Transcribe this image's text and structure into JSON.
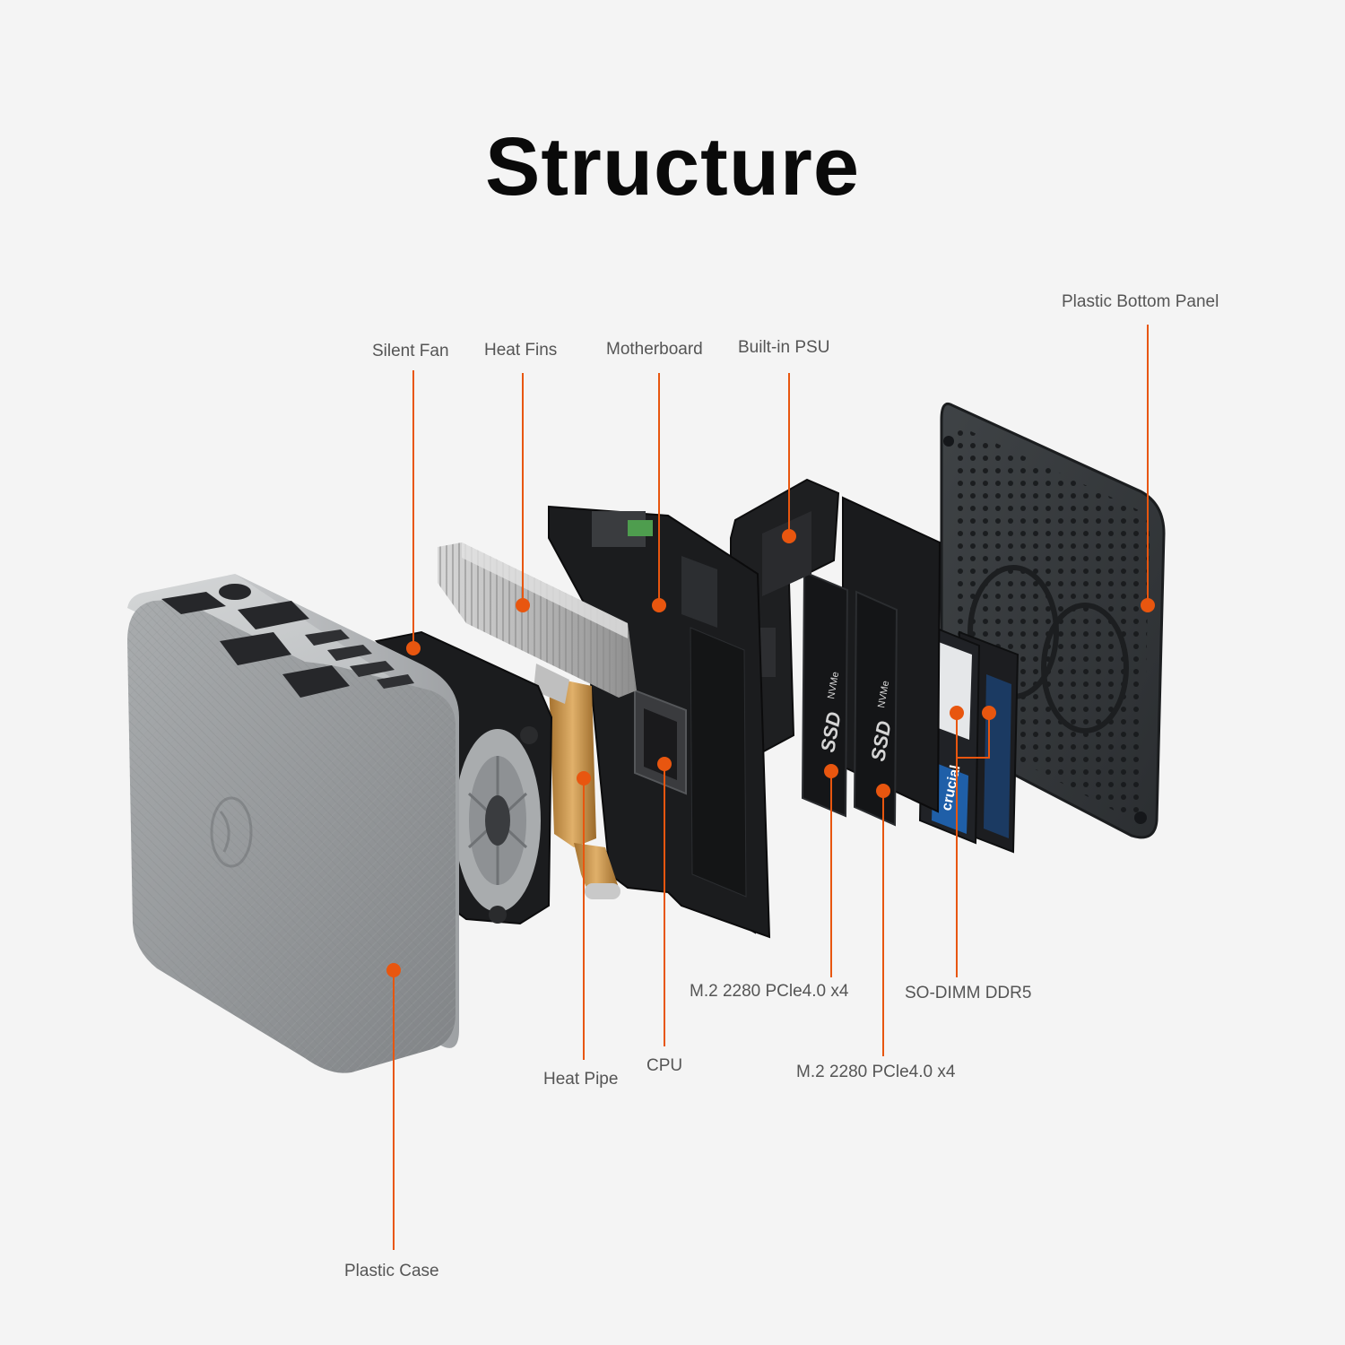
{
  "page": {
    "title": "Structure"
  },
  "colors": {
    "accent": "#e8560f",
    "label_text": "#555555",
    "title_text": "#0a0a0a",
    "background": "#f4f4f4"
  },
  "labels": {
    "silent_fan": "Silent Fan",
    "heat_fins": "Heat Fins",
    "motherboard": "Motherboard",
    "built_in_psu": "Built-in PSU",
    "plastic_bottom_panel": "Plastic Bottom Panel",
    "m2_slot_1": "M.2 2280 PCle4.0 x4",
    "m2_slot_2": "M.2 2280 PCle4.0 x4",
    "so_dimm": "SO-DIMM DDR5",
    "heat_pipe": "Heat Pipe",
    "cpu": "CPU",
    "plastic_case": "Plastic Case"
  },
  "decals": {
    "ssd_text": "SSD",
    "nvme_text": "NVMe",
    "ram_brand": "crucial"
  }
}
